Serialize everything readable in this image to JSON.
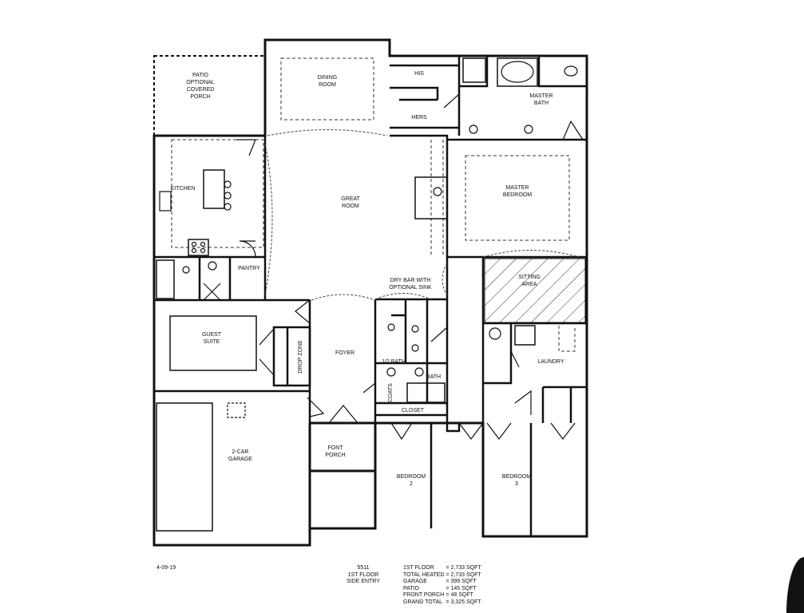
{
  "rooms": {
    "patio": [
      "PATIO",
      "OPTIONAL",
      "COVERED",
      "PORCH"
    ],
    "dining": [
      "DINING",
      "ROOM"
    ],
    "his": "HIS",
    "hers": "HERS",
    "master_bath": [
      "MASTER",
      "BATH"
    ],
    "kitchen": "KITCHEN",
    "great_room": [
      "GREAT",
      "ROOM"
    ],
    "master_bedroom": [
      "MASTER",
      "BEDROOM"
    ],
    "pantry": "PANTRY",
    "dry_bar": [
      "DRY BAR WITH",
      "OPTIONAL SINK"
    ],
    "sitting_area": [
      "SITTING",
      "AREA"
    ],
    "guest_suite": [
      "GUEST",
      "SUITE"
    ],
    "drop_zone": "DROP ZONE",
    "foyer": "FOYER",
    "half_bath": "1/2 BATH",
    "bath": "BATH",
    "laundry": "LAUNDRY",
    "coats": "COATS",
    "closet": "CLOSET",
    "garage": [
      "2-CAR",
      "GARAGE"
    ],
    "front_porch": [
      "FONT",
      "PORCH"
    ],
    "bedroom2": [
      "BEDROOM",
      "2"
    ],
    "bedroom3": [
      "BEDROOM",
      "3"
    ]
  },
  "footer": {
    "date": "4-09-19",
    "plan_ref": [
      "5511",
      "1ST FLOOR",
      "SIDE ENTRY"
    ],
    "areas": [
      {
        "label": "1ST FLOOR",
        "value": "= 2,733 SQFT"
      },
      {
        "label": "TOTAL HEATED",
        "value": "= 2,733 SQFT"
      },
      {
        "label": "GARAGE",
        "value": "= 399 SQFT"
      },
      {
        "label": "PATIO",
        "value": "= 145 SQFT"
      },
      {
        "label": "FRONT PORCH",
        "value": "= 48 SQFT"
      },
      {
        "label": "GRAND TOTAL",
        "value": "= 3,325 SQFT"
      }
    ]
  }
}
